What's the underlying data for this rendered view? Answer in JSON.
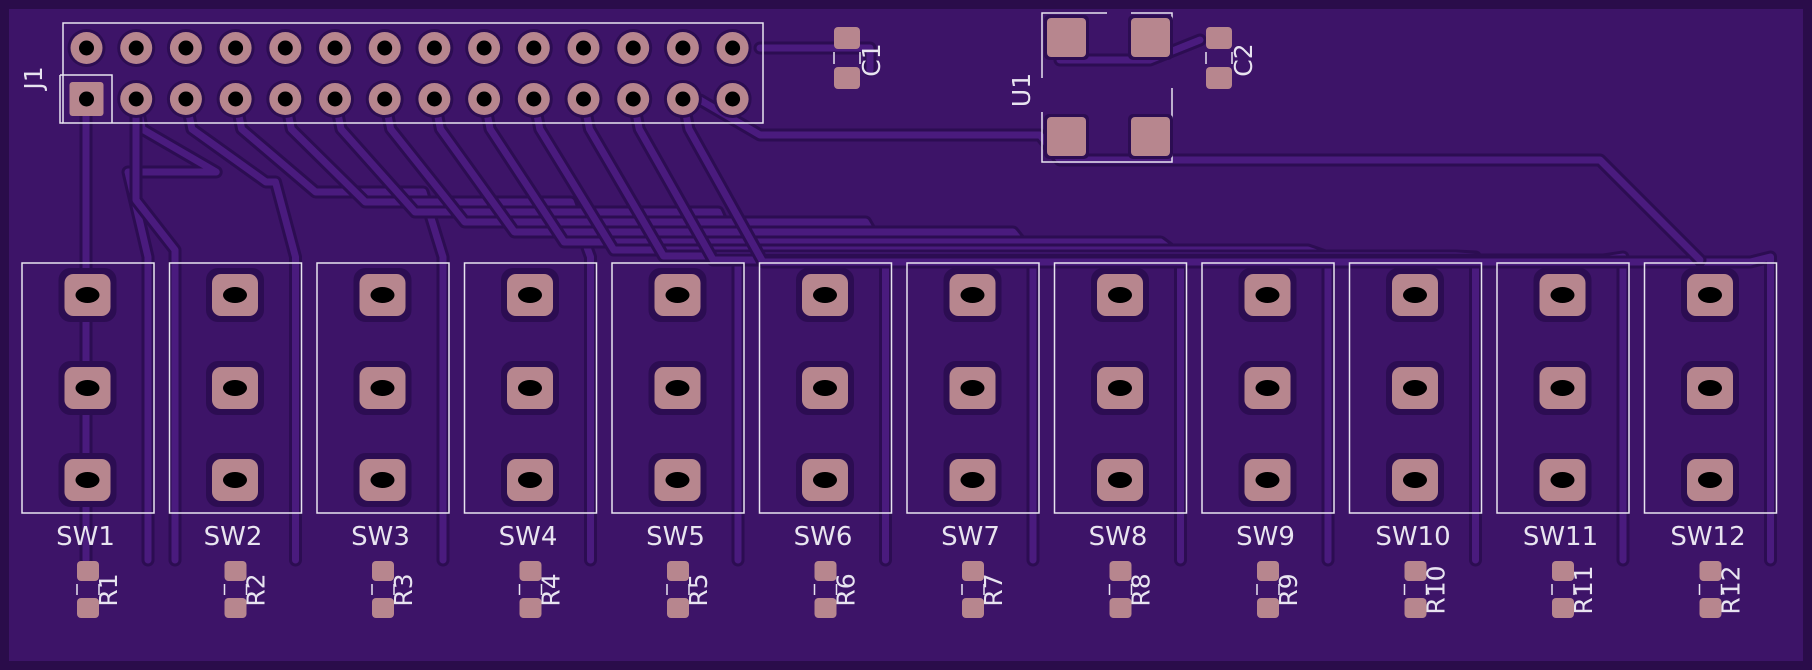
{
  "board": {
    "colors": {
      "background": "#000000",
      "board_fill": "#3d1468",
      "board_edge": "#2a0c4a",
      "trace": "#4a1b7e",
      "trace_dark": "#2c0d52",
      "copper": "#b7868e",
      "silkscreen": "#e8e4f0",
      "drill": "#000000"
    },
    "connector": {
      "ref": "J1",
      "rows": 2,
      "columns": 14,
      "pin1_square": true
    },
    "capacitors": [
      {
        "ref": "C1"
      },
      {
        "ref": "C2"
      }
    ],
    "ic": {
      "ref": "U1",
      "pads": 4
    },
    "switches": [
      {
        "ref": "SW1"
      },
      {
        "ref": "SW2"
      },
      {
        "ref": "SW3"
      },
      {
        "ref": "SW4"
      },
      {
        "ref": "SW5"
      },
      {
        "ref": "SW6"
      },
      {
        "ref": "SW7"
      },
      {
        "ref": "SW8"
      },
      {
        "ref": "SW9"
      },
      {
        "ref": "SW10"
      },
      {
        "ref": "SW11"
      },
      {
        "ref": "SW12"
      }
    ],
    "resistors": [
      {
        "ref": "R1"
      },
      {
        "ref": "R2"
      },
      {
        "ref": "R3"
      },
      {
        "ref": "R4"
      },
      {
        "ref": "R5"
      },
      {
        "ref": "R6"
      },
      {
        "ref": "R7"
      },
      {
        "ref": "R8"
      },
      {
        "ref": "R9"
      },
      {
        "ref": "R10"
      },
      {
        "ref": "R11"
      },
      {
        "ref": "R12"
      }
    ]
  }
}
